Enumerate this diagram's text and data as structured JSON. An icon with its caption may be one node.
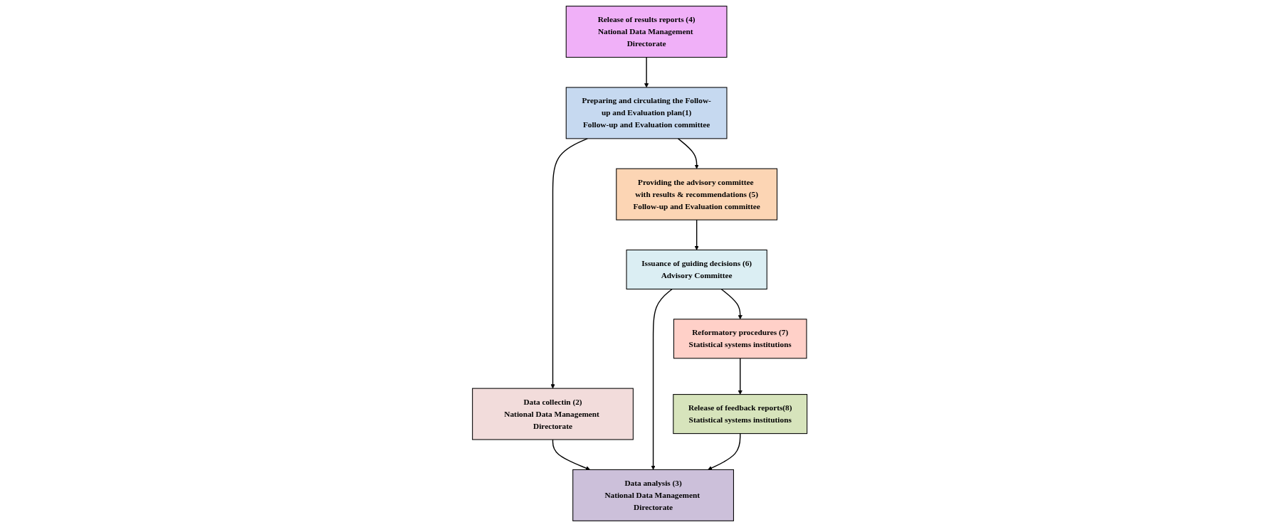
{
  "diagram": {
    "nodes": [
      {
        "text": [
          "Preparing and circulating the Follow-up and Evaluation plan(1)",
          "Follow-up and Evaluation committee"
        ]
      },
      {
        "text": [
          "Data collectin (2)",
          "National Data Management Directorate"
        ]
      },
      {
        "text": [
          "Data analysis (3)",
          "National Data Management Directorate"
        ]
      },
      {
        "text": [
          "Release of results reports (4)",
          "National Data Management Directorate"
        ]
      },
      {
        "text": [
          "Providing the advisory committee with results & recommendations (5)",
          "Follow-up and Evaluation committee"
        ]
      },
      {
        "text": [
          "Issuance of guiding decisions (6)",
          "Advisory Committee"
        ]
      },
      {
        "text": [
          "Reformatory procedures (7)",
          "Statistical systems institutions"
        ]
      },
      {
        "text": [
          "Release of feedback reports(8)",
          "Statistical systems institutions"
        ]
      }
    ],
    "edges": [
      {
        "from": 0,
        "to": 1,
        "arrow": "to"
      },
      {
        "from": 1,
        "to": 2,
        "arrow": "to"
      },
      {
        "from": 3,
        "to": 0,
        "arrow": "to"
      },
      {
        "from": 0,
        "to": 4,
        "arrow": "to"
      },
      {
        "from": 4,
        "to": 5,
        "arrow": "to"
      },
      {
        "from": 5,
        "to": 2,
        "arrow": "to"
      },
      {
        "from": 5,
        "to": 6,
        "arrow": "to"
      },
      {
        "from": 6,
        "to": 7,
        "arrow": "to"
      },
      {
        "from": 7,
        "to": 2,
        "arrow": "to"
      }
    ]
  }
}
